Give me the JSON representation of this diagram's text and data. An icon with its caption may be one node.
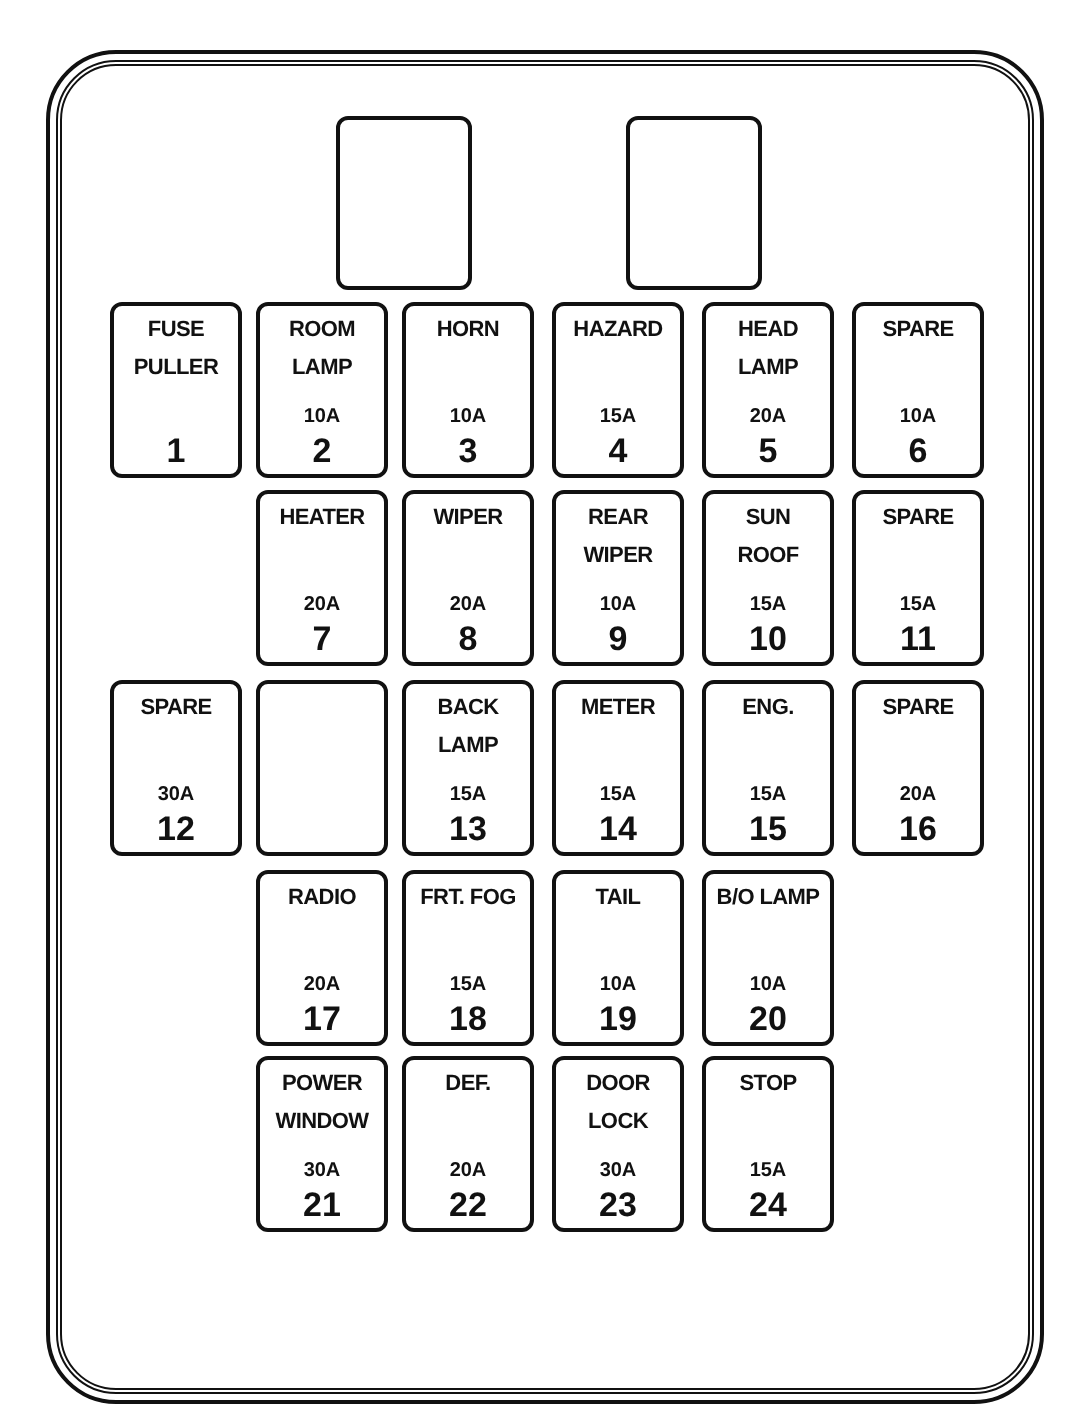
{
  "diagram": {
    "nodes": [
      {
        "text": [],
        "shape": "box"
      },
      {
        "text": [],
        "shape": "box",
        "in": 0
      },
      {
        "text": [],
        "shape": "box",
        "in": 0
      },
      {
        "text": [
          "FUSE PULLER",
          "1"
        ],
        "in": 0
      },
      {
        "text": [
          "ROOM LAMP",
          "10A",
          "2"
        ],
        "in": 0
      },
      {
        "text": [
          "HORN",
          "10A",
          "3"
        ],
        "in": 0
      },
      {
        "text": [
          "HAZARD",
          "15A",
          "4"
        ],
        "in": 0
      },
      {
        "text": [
          "HEAD LAMP",
          "20A",
          "5"
        ],
        "in": 0
      },
      {
        "text": [
          "SPARE",
          "10A",
          "6"
        ],
        "in": 0
      },
      {
        "text": [
          "HEATER",
          "20A",
          "7"
        ],
        "in": 0
      },
      {
        "text": [
          "WIPER",
          "20A",
          "8"
        ],
        "in": 0
      },
      {
        "text": [
          "REAR WIPER",
          "10A",
          "9"
        ],
        "in": 0
      },
      {
        "text": [
          "SUN ROOF",
          "15A",
          "10"
        ],
        "in": 0
      },
      {
        "text": [
          "SPARE",
          "15A",
          "11"
        ],
        "in": 0
      },
      {
        "text": [
          "SPARE",
          "30A",
          "12"
        ],
        "in": 0
      },
      {
        "text": [],
        "shape": "box",
        "in": 0
      },
      {
        "text": [
          "BACK LAMP",
          "15A",
          "13"
        ],
        "in": 0
      },
      {
        "text": [
          "METER",
          "15A",
          "14"
        ],
        "in": 0
      },
      {
        "text": [
          "ENG.",
          "15A",
          "15"
        ],
        "in": 0
      },
      {
        "text": [
          "SPARE",
          "20A",
          "16"
        ],
        "in": 0
      },
      {
        "text": [
          "RADIO",
          "20A",
          "17"
        ],
        "in": 0
      },
      {
        "text": [
          "FRT. FOG",
          "15A",
          "18"
        ],
        "in": 0
      },
      {
        "text": [
          "TAIL",
          "10A",
          "19"
        ],
        "in": 0
      },
      {
        "text": [
          "B/O LAMP",
          "10A",
          "20"
        ],
        "in": 0
      },
      {
        "text": [
          "POWER WINDOW",
          "30A",
          "21"
        ],
        "in": 0
      },
      {
        "text": [
          "DEF.",
          "20A",
          "22"
        ],
        "in": 0
      },
      {
        "text": [
          "DOOR LOCK",
          "30A",
          "23"
        ],
        "in": 0
      },
      {
        "text": [
          "STOP",
          "15A",
          "24"
        ],
        "in": 0
      }
    ]
  }
}
